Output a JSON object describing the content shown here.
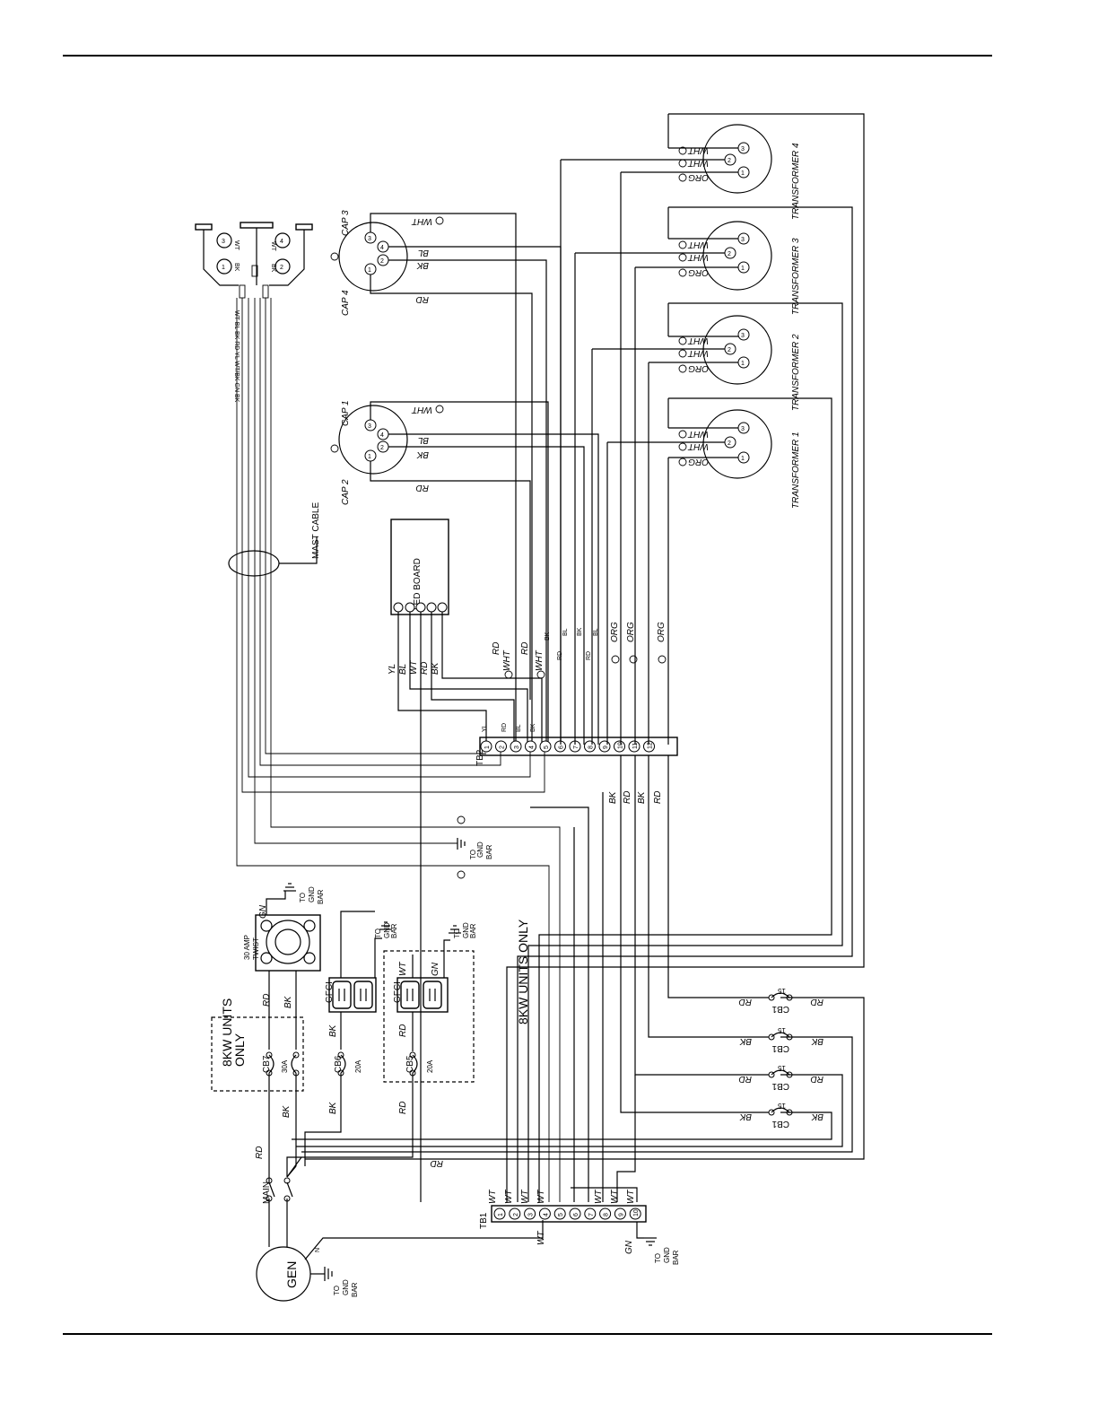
{
  "transformers": [
    {
      "label": "TRANSFORMER 4",
      "wires": [
        "WHT",
        "WHT",
        "ORG"
      ]
    },
    {
      "label": "TRANSFORMER 3",
      "wires": [
        "WHT",
        "WHT",
        "ORG"
      ]
    },
    {
      "label": "TRANSFORMER 2",
      "wires": [
        "WHT",
        "WHT",
        "ORG"
      ]
    },
    {
      "label": "TRANSFORMER 1",
      "wires": [
        "WHT",
        "WHT",
        "ORG"
      ]
    }
  ],
  "pin_numbers": [
    "1",
    "2",
    "3",
    "4"
  ],
  "caps": {
    "cap3": "CAP 3",
    "cap4": "CAP 4",
    "cap1": "CAP 1",
    "cap2": "CAP 2"
  },
  "cap_wires": {
    "wht": "WHT",
    "bl": "BL",
    "bk": "BK",
    "rd": "RD"
  },
  "ground_symbol": "⏚",
  "mast_cable": "MAST CABLE",
  "led_board": "LED BOARD",
  "led_wires": [
    "YL",
    "BL",
    "WT",
    "RD",
    "BK"
  ],
  "tb2": {
    "label": "TB2",
    "terminals": [
      "1",
      "2",
      "3",
      "4",
      "5",
      "6",
      "7",
      "8",
      "9",
      "10",
      "11",
      "12"
    ],
    "top_labels": [
      "RD",
      "WHT",
      "RD",
      "WHT",
      "BK",
      "RD",
      "BL",
      "BK",
      "RD",
      "BL",
      "ORG",
      "ORG",
      "ORG"
    ],
    "inner_labels": [
      "YL",
      "RD",
      "BL",
      "BK"
    ],
    "bottom_labels": [
      "BK",
      "RD",
      "BK",
      "RD"
    ]
  },
  "ground_bar": {
    "to": "TO",
    "gnd": "GND",
    "bar": "BAR"
  },
  "twist": {
    "line1": "30 AMP",
    "line2": "TWIST",
    "gn": "GN",
    "rd": "RD",
    "bk": "BK"
  },
  "gfci": [
    "GFCI",
    "GFCI"
  ],
  "gfci_wires": {
    "bk": "BK",
    "rd": "RD",
    "wt": "WT",
    "gn": "GN"
  },
  "units_8kw": {
    "label": "8KW UNITS ONLY",
    "label_a": "8KW UNITS",
    "label_b": "ONLY"
  },
  "breakers": {
    "cb7": "CB7",
    "cb7_rating": "30A",
    "cb6": "CB6",
    "cb6_rating": "20A",
    "cb5": "CB5",
    "cb5_rating": "20A",
    "cb1": "CB1",
    "cb1_rating": "15"
  },
  "cb1_wires": [
    "RD",
    "RD",
    "BK",
    "BK",
    "RD",
    "RD",
    "BK",
    "BK"
  ],
  "main_wires": {
    "bk1": "BK",
    "bk2": "BK",
    "rd1": "RD",
    "rd2": "RD",
    "rd3": "RD"
  },
  "main": "MAIN",
  "gen": "GEN",
  "neutral": "N",
  "tb1": {
    "label": "TB1",
    "terminals": [
      "1",
      "2",
      "3",
      "4",
      "5",
      "6",
      "7",
      "8",
      "9",
      "10"
    ],
    "wires": [
      "WT",
      "WT",
      "WT",
      "WT",
      "WT",
      "WT",
      "WT"
    ],
    "wt_left": "WT",
    "gn": "GN"
  },
  "connector_labels": {
    "wt1": "WT",
    "bk1": "BK",
    "wt2": "WT",
    "bk2": "BK",
    "cable": "WT BL BK RD YL  WT/BK GN BK"
  }
}
